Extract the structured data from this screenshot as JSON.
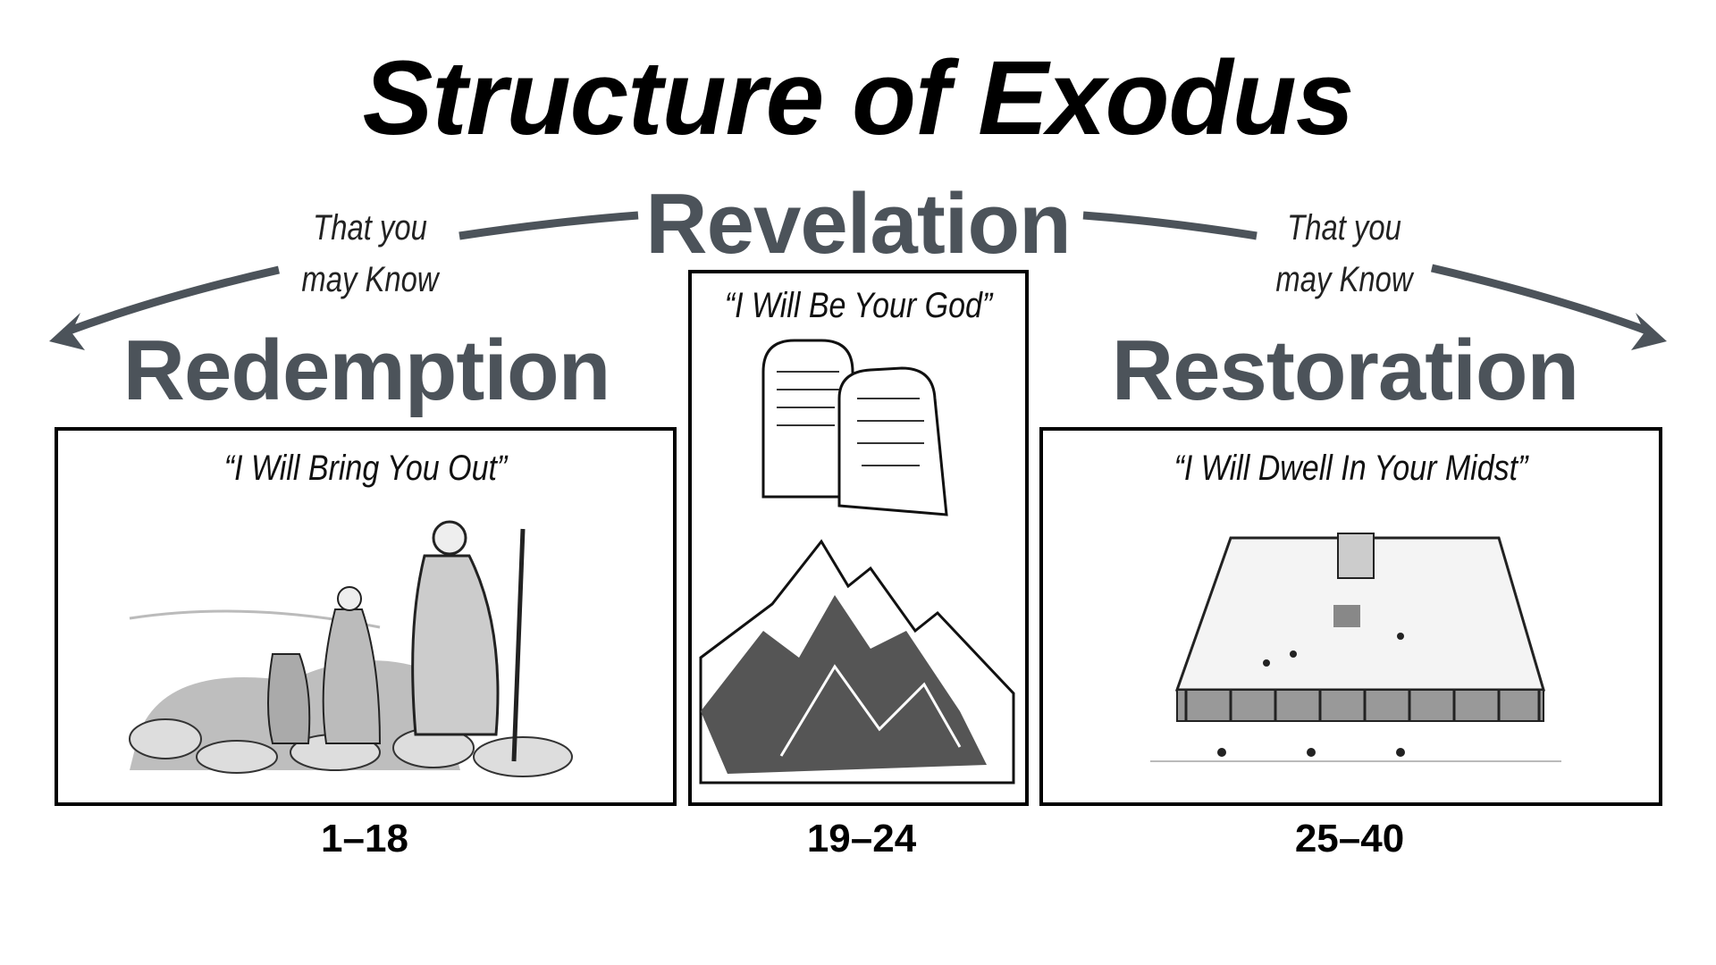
{
  "title": "Structure of Exodus",
  "center_heading": "Revelation",
  "connector_left": {
    "line1": "That you",
    "line2": "may Know"
  },
  "connector_right": {
    "line1": "That you",
    "line2": "may Know"
  },
  "sections": [
    {
      "heading": "Redemption",
      "quote": "“I Will Bring You Out”",
      "chapters": "1–18",
      "image": "moses-leading-israelites"
    },
    {
      "heading": "Revelation",
      "quote": "“I Will Be Your God”",
      "chapters": "19–24",
      "image": "tablets-and-mount-sinai"
    },
    {
      "heading": "Restoration",
      "quote": "“I Will Dwell In Your Midst”",
      "chapters": "25–40",
      "image": "tabernacle-courtyard"
    }
  ],
  "colors": {
    "heading": "#4c535a",
    "title": "#000000",
    "arrow": "#4c535a"
  }
}
